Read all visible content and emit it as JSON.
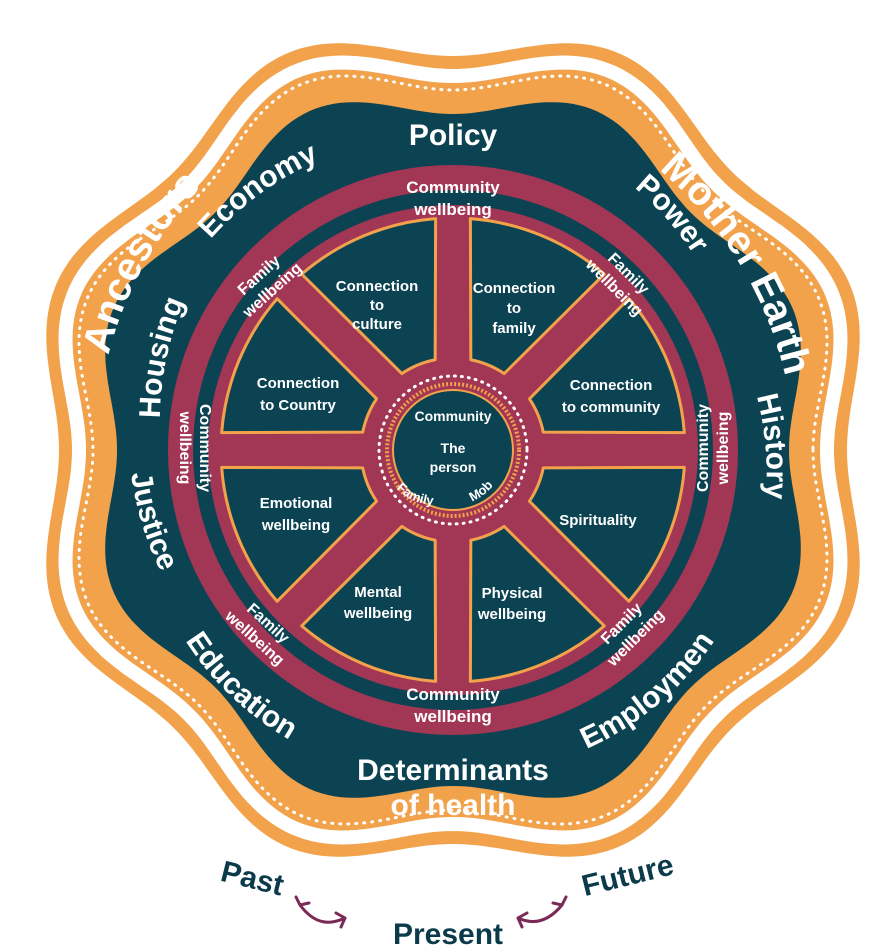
{
  "colors": {
    "orange": "#F2A24B",
    "teal": "#0C4352",
    "maroon": "#A23655",
    "white": "#FFFFFF",
    "arrow": "#7A2A55"
  },
  "outer_ring": {
    "left": "Ancestors",
    "right": "Mother Earth"
  },
  "determinants_ring": {
    "top": "Policy",
    "economy": "Economy",
    "power": "Power",
    "housing": "Housing",
    "history": "History",
    "justice": "Justice",
    "education": "Education",
    "employment": "Employment",
    "bottom_line1": "Determinants",
    "bottom_line2": "of health"
  },
  "wellbeing_ring": {
    "top": [
      "Community",
      "wellbeing"
    ],
    "upper_left": [
      "Family",
      "wellbeing"
    ],
    "upper_right": [
      "Family",
      "wellbeing"
    ],
    "left": [
      "Community",
      "wellbeing"
    ],
    "right": [
      "Community",
      "wellbeing"
    ],
    "lower_left": [
      "Family",
      "wellbeing"
    ],
    "lower_right": [
      "Family",
      "wellbeing"
    ],
    "bottom": [
      "Community",
      "wellbeing"
    ]
  },
  "segments": [
    [
      "Connection",
      "to",
      "culture"
    ],
    [
      "Connection",
      "to",
      "family"
    ],
    [
      "Connection",
      "to community"
    ],
    [
      "Spirituality"
    ],
    [
      "Physical",
      "wellbeing"
    ],
    [
      "Mental",
      "wellbeing"
    ],
    [
      "Emotional",
      "wellbeing"
    ],
    [
      "Connection",
      "to Country"
    ]
  ],
  "center": {
    "community": "Community",
    "person_line1": "The",
    "person_line2": "person",
    "family": "Family",
    "mob": "Mob"
  },
  "timeline": {
    "past": "Past",
    "present": "Present",
    "future": "Future"
  }
}
